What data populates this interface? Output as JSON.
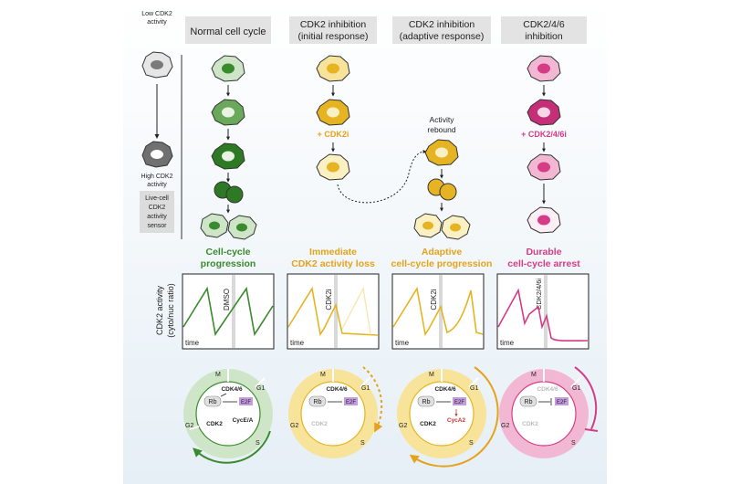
{
  "colors": {
    "normal": "#3a8a2e",
    "normal_light": "#cfe5c8",
    "cdk2i": "#e6b422",
    "cdk2i_light": "#f7e49a",
    "cdk246": "#d63c86",
    "cdk246_light": "#f2b8d3",
    "gray_header": "#e3e3e3",
    "e2f": "#c59be0",
    "cyca2": "#d0322a"
  },
  "headers": [
    {
      "line1": "Normal cell cycle",
      "line2": ""
    },
    {
      "line1": "CDK2 inhibition",
      "line2": "(initial response)"
    },
    {
      "line1": "CDK2 inhibition",
      "line2": "(adaptive response)"
    },
    {
      "line1": "CDK2/4/6",
      "line2": "inhibition"
    }
  ],
  "legend": {
    "low_line1": "Low CDK2",
    "low_line2": "activity",
    "high_line1": "High CDK2",
    "high_line2": "activity",
    "sensor": [
      "Live-cell",
      "CDK2",
      "activity",
      "sensor"
    ]
  },
  "annotations": {
    "plus_cdk2i": "+ CDK2i",
    "activity_line1": "Activity",
    "activity_line2": "rebound",
    "plus_cdk246i": "+ CDK2/4/6i"
  },
  "outcomes": [
    {
      "line1": "Cell-cycle",
      "line2": "progression"
    },
    {
      "line1": "Immediate",
      "line2": "CDK2 activity loss"
    },
    {
      "line1": "Adaptive",
      "line2": "cell-cycle progression"
    },
    {
      "line1": "Durable",
      "line2": "cell-cycle arrest"
    }
  ],
  "plots": {
    "ylabel_line1": "CDK2 activity",
    "ylabel_line2": "(cyto/nuc ratio)",
    "xlabel": "time",
    "treatments": [
      "DMSO",
      "CDK2i",
      "CDK2i",
      "CDK2/4/6i"
    ]
  },
  "cycle": {
    "phases": {
      "m": "M",
      "g1": "G1",
      "g2": "G2",
      "s": "S"
    },
    "cdk46": "CDK4/6",
    "rb": "Rb",
    "e2f": "E2F",
    "cdk2": "CDK2",
    "cyce_a": "CycE/A",
    "cyca2": "CycA2"
  }
}
